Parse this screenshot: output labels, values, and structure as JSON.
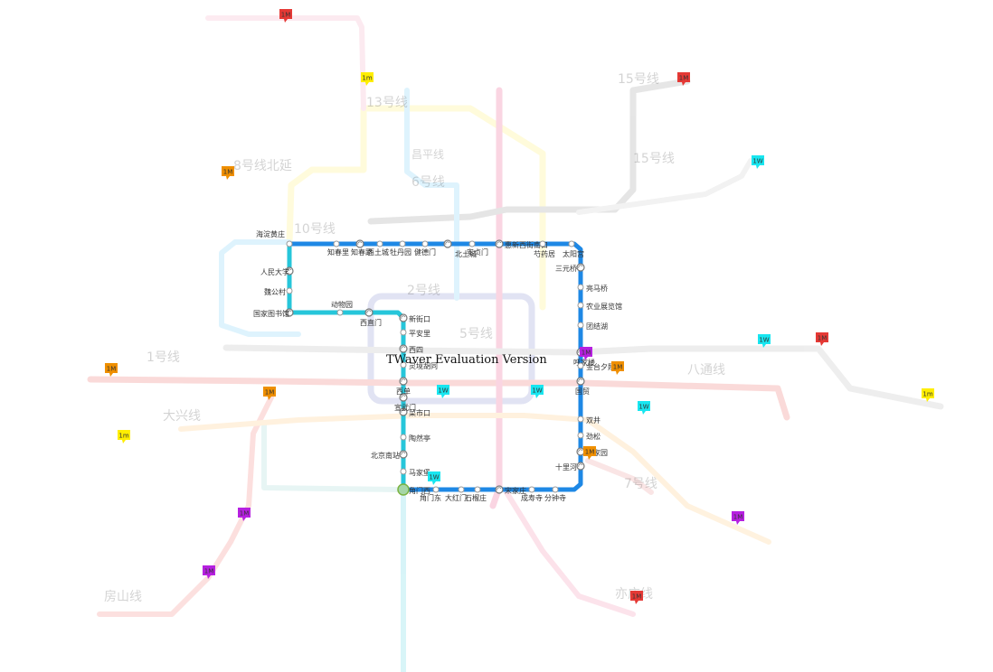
{
  "watermark": "TWaver Evaluation Version",
  "colors": {
    "line10": "#1e88e5",
    "line4": "#26c6da",
    "line1": "#e53935",
    "line5": "#e91e63",
    "line13": "#ffeb3b",
    "line2": "#5c6bc0",
    "line6": "#9e9e9e",
    "line15": "#757575",
    "line9": "#80cbc4",
    "airport": "#bdbdbd",
    "fangshan": "#ef5350",
    "yizhuang": "#f06292",
    "batong": "#e57373",
    "changping": "#f48fb1",
    "line8": "#4fc3f7",
    "line7": "#ffb74d",
    "marker_red": "#e53935",
    "marker_orange": "#ef8f00",
    "marker_yellow": "#ffee00",
    "marker_cyan": "#18e6f0",
    "marker_purple": "#b620e0"
  },
  "faint_line_names": [
    {
      "text": "15号线",
      "color": "#9e9e9e"
    },
    {
      "text": "13号线",
      "color": "#e57373"
    },
    {
      "text": "8号线北延",
      "color": "#4fc3f7"
    },
    {
      "text": "6号线",
      "color": "#9e9e9e"
    },
    {
      "text": "10号线",
      "color": "#1e88e5"
    },
    {
      "text": "2号线",
      "color": "#5c6bc0"
    },
    {
      "text": "5号线",
      "color": "#e57373"
    },
    {
      "text": "1号线",
      "color": "#e57373"
    },
    {
      "text": "八通线",
      "color": "#e57373"
    },
    {
      "text": "7号线",
      "color": "#ffb74d"
    },
    {
      "text": "房山线",
      "color": "#ef5350"
    },
    {
      "text": "亦庄线",
      "color": "#f06292"
    },
    {
      "text": "15号线",
      "color": "#9e9e9e"
    },
    {
      "text": "大兴线",
      "color": "#f48fb1"
    },
    {
      "text": "昌平线",
      "color": "#f48fb1"
    }
  ],
  "stations": [
    {
      "name": "海淀黄庄"
    },
    {
      "name": "知春里"
    },
    {
      "name": "知春路"
    },
    {
      "name": "西土城"
    },
    {
      "name": "牡丹园"
    },
    {
      "name": "健德门"
    },
    {
      "name": "北土城"
    },
    {
      "name": "安贞门"
    },
    {
      "name": "惠新西街南口"
    },
    {
      "name": "芍药居"
    },
    {
      "name": "太阳宫"
    },
    {
      "name": "三元桥"
    },
    {
      "name": "亮马桥"
    },
    {
      "name": "农业展览馆"
    },
    {
      "name": "团结湖"
    },
    {
      "name": "呼家楼"
    },
    {
      "name": "金台夕照"
    },
    {
      "name": "国贸"
    },
    {
      "name": "双井"
    },
    {
      "name": "劲松"
    },
    {
      "name": "潘家园"
    },
    {
      "name": "十里河"
    },
    {
      "name": "分钟寺"
    },
    {
      "name": "成寿寺"
    },
    {
      "name": "宋家庄"
    },
    {
      "name": "石榴庄"
    },
    {
      "name": "大红门"
    },
    {
      "name": "角门东"
    },
    {
      "name": "角门西"
    },
    {
      "name": "马家堡"
    },
    {
      "name": "北京南站"
    },
    {
      "name": "陶然亭"
    },
    {
      "name": "菜市口"
    },
    {
      "name": "宣武门"
    },
    {
      "name": "西单"
    },
    {
      "name": "灵境胡同"
    },
    {
      "name": "西四"
    },
    {
      "name": "平安里"
    },
    {
      "name": "新街口"
    },
    {
      "name": "西直门"
    },
    {
      "name": "动物园"
    },
    {
      "name": "国家图书馆"
    },
    {
      "name": "魏公村"
    },
    {
      "name": "人民大学"
    }
  ],
  "markers": [
    {
      "label": "1M",
      "color": "#e53935"
    },
    {
      "label": "1m",
      "color": "#ffee00"
    },
    {
      "label": "1M",
      "color": "#e53935"
    },
    {
      "label": "1M",
      "color": "#ef8f00"
    },
    {
      "label": "1W",
      "color": "#18e6f0"
    },
    {
      "label": "1W",
      "color": "#18e6f0"
    },
    {
      "label": "1M",
      "color": "#e53935"
    },
    {
      "label": "1M",
      "color": "#ef8f00"
    },
    {
      "label": "1M",
      "color": "#ef8f00"
    },
    {
      "label": "1W",
      "color": "#18e6f0"
    },
    {
      "label": "1W",
      "color": "#18e6f0"
    },
    {
      "label": "1W",
      "color": "#18e6f0"
    },
    {
      "label": "1M",
      "color": "#b620e0"
    },
    {
      "label": "1M",
      "color": "#ef8f00"
    },
    {
      "label": "1m",
      "color": "#ffee00"
    },
    {
      "label": "1m",
      "color": "#ffee00"
    },
    {
      "label": "1M",
      "color": "#ef8f00"
    },
    {
      "label": "1W",
      "color": "#18e6f0"
    },
    {
      "label": "1M",
      "color": "#b620e0"
    },
    {
      "label": "1M",
      "color": "#b620e0"
    },
    {
      "label": "1M",
      "color": "#b620e0"
    },
    {
      "label": "1M",
      "color": "#e53935"
    }
  ]
}
